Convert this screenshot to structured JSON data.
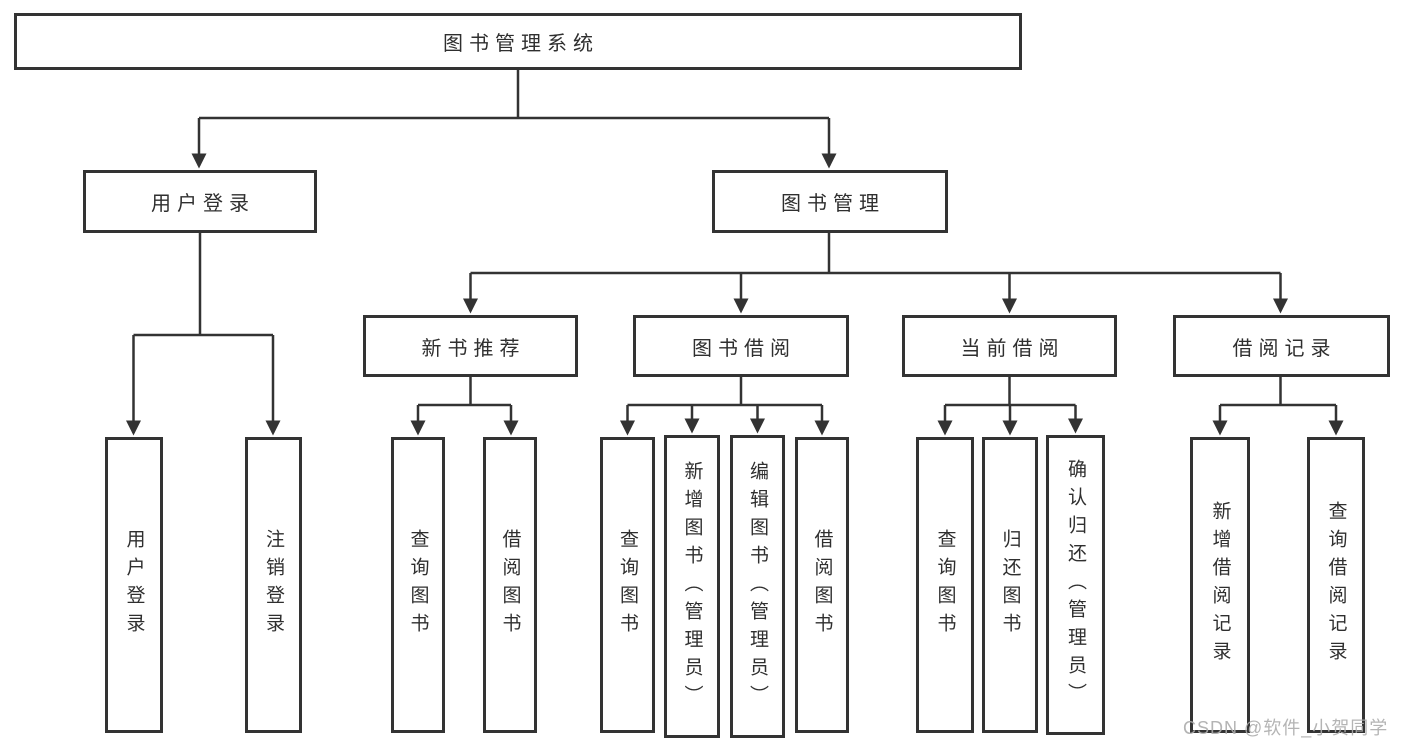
{
  "tree": {
    "label": "图书管理系统",
    "children": [
      {
        "label": "用户登录",
        "children": [
          {
            "label": "用户登录"
          },
          {
            "label": "注销登录"
          }
        ]
      },
      {
        "label": "图书管理",
        "children": [
          {
            "label": "新书推荐",
            "children": [
              {
                "label": "查询图书"
              },
              {
                "label": "借阅图书"
              }
            ]
          },
          {
            "label": "图书借阅",
            "children": [
              {
                "label": "查询图书"
              },
              {
                "label": "新增图书（管理员）"
              },
              {
                "label": "编辑图书（管理员）"
              },
              {
                "label": "借阅图书"
              }
            ]
          },
          {
            "label": "当前借阅",
            "children": [
              {
                "label": "查询图书"
              },
              {
                "label": "归还图书"
              },
              {
                "label": "确认归还（管理员）"
              }
            ]
          },
          {
            "label": "借阅记录",
            "children": [
              {
                "label": "新增借阅记录"
              },
              {
                "label": "查询借阅记录"
              }
            ]
          }
        ]
      }
    ]
  },
  "watermark": {
    "text": "CSDN @软件_小贺同学"
  },
  "colors": {
    "line": "#333333",
    "box_border": "#333333",
    "text": "#2f2f2f",
    "watermark": "#acacac",
    "background": "#ffffff"
  }
}
